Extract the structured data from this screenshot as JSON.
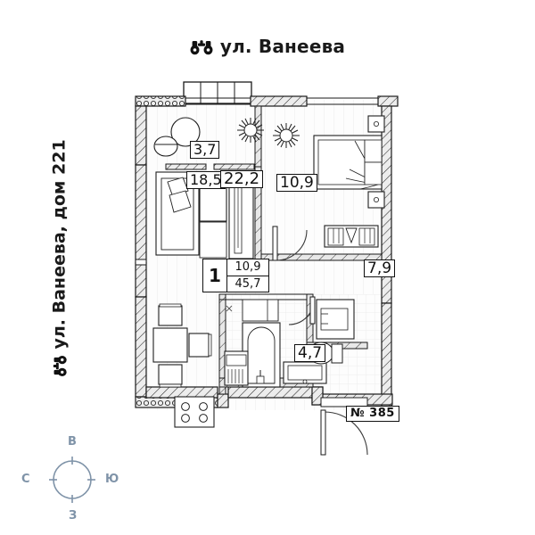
{
  "street_top": {
    "label": "ул. Ванеева",
    "icon": "binoculars-icon"
  },
  "street_left": {
    "label": "ул. Ванеева, дом 221",
    "icon": "binoculars-icon"
  },
  "compass": {
    "north": "С",
    "south": "Ю",
    "east": "В",
    "west": "З",
    "color": "#7f93a8"
  },
  "apartment": {
    "number_label": "№ 385",
    "rooms": "1",
    "living_area": "10,9",
    "total_area": "45,7"
  },
  "areas": [
    {
      "id": "balcony_small",
      "value": "3,7"
    },
    {
      "id": "living_part",
      "value": "18,5"
    },
    {
      "id": "living_kitchen",
      "value": "22,2"
    },
    {
      "id": "bedroom",
      "value": "10,9"
    },
    {
      "id": "hall",
      "value": "7,9"
    },
    {
      "id": "bathroom",
      "value": "4,7"
    }
  ],
  "colors": {
    "wall": "#1a1a1a",
    "floor": "#fcfcfc",
    "hatch": "#2b2b2b",
    "furniture": "#222222",
    "compass": "#7f93a8",
    "text": "#111111"
  }
}
